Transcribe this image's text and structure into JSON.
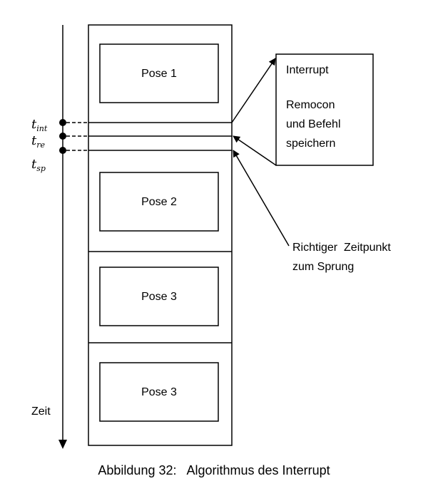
{
  "time_axis": {
    "label": "Zeit",
    "markers": [
      {
        "base": "t",
        "sub": "int"
      },
      {
        "base": "t",
        "sub": "re"
      },
      {
        "base": "t",
        "sub": "sp"
      }
    ]
  },
  "poses": [
    "Pose 1",
    "Pose 2",
    "Pose 3",
    "Pose 3"
  ],
  "callout_box": {
    "title": "Interrupt",
    "lines": [
      "Remocon",
      "und Befehl",
      "speichern"
    ]
  },
  "annotation": {
    "lines": [
      "Richtiger  Zeitpunkt",
      "zum Sprung"
    ]
  },
  "caption": "Abbildung 32:   Algorithmus des Interrupt"
}
